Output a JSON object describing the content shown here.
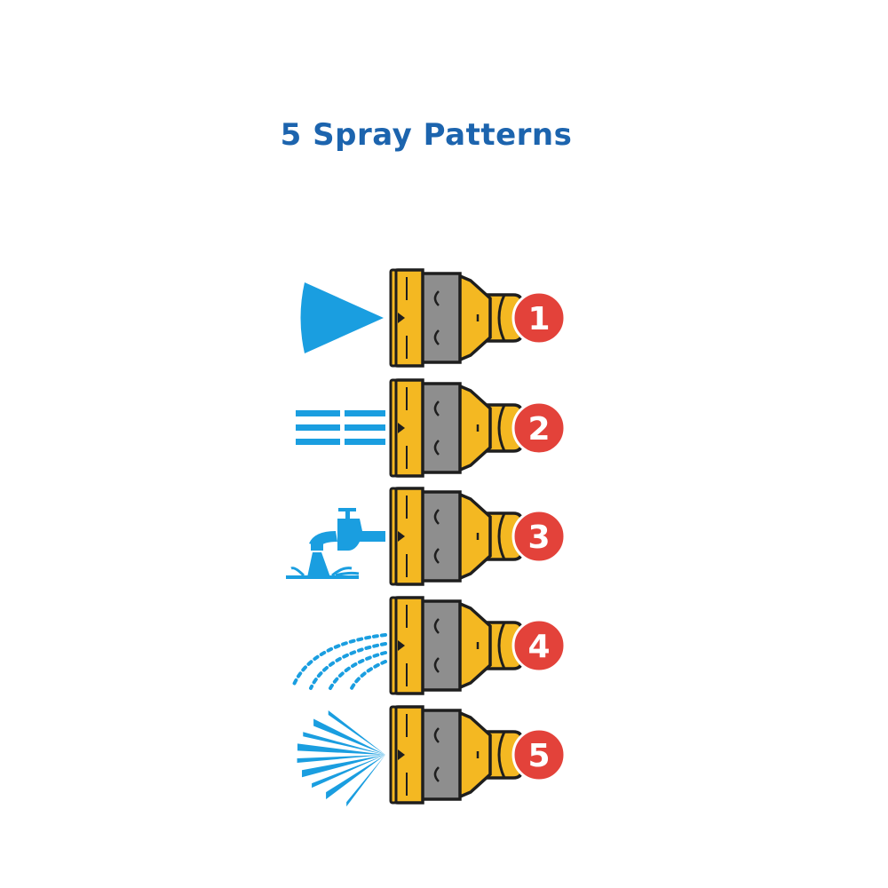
{
  "title": "5 Spray Patterns",
  "colors": {
    "title": "#1c64ae",
    "spray": "#1a9ee0",
    "nozzle_yellow": "#f4b822",
    "nozzle_grey": "#8e8e8e",
    "outline": "#1e1e1e",
    "badge": "#e3423a"
  },
  "patterns": [
    {
      "number": "1",
      "icon": "cone-spray-icon"
    },
    {
      "number": "2",
      "icon": "jet-stream-icon"
    },
    {
      "number": "3",
      "icon": "tap-flow-icon"
    },
    {
      "number": "4",
      "icon": "mist-shower-icon"
    },
    {
      "number": "5",
      "icon": "fan-spray-icon"
    }
  ]
}
